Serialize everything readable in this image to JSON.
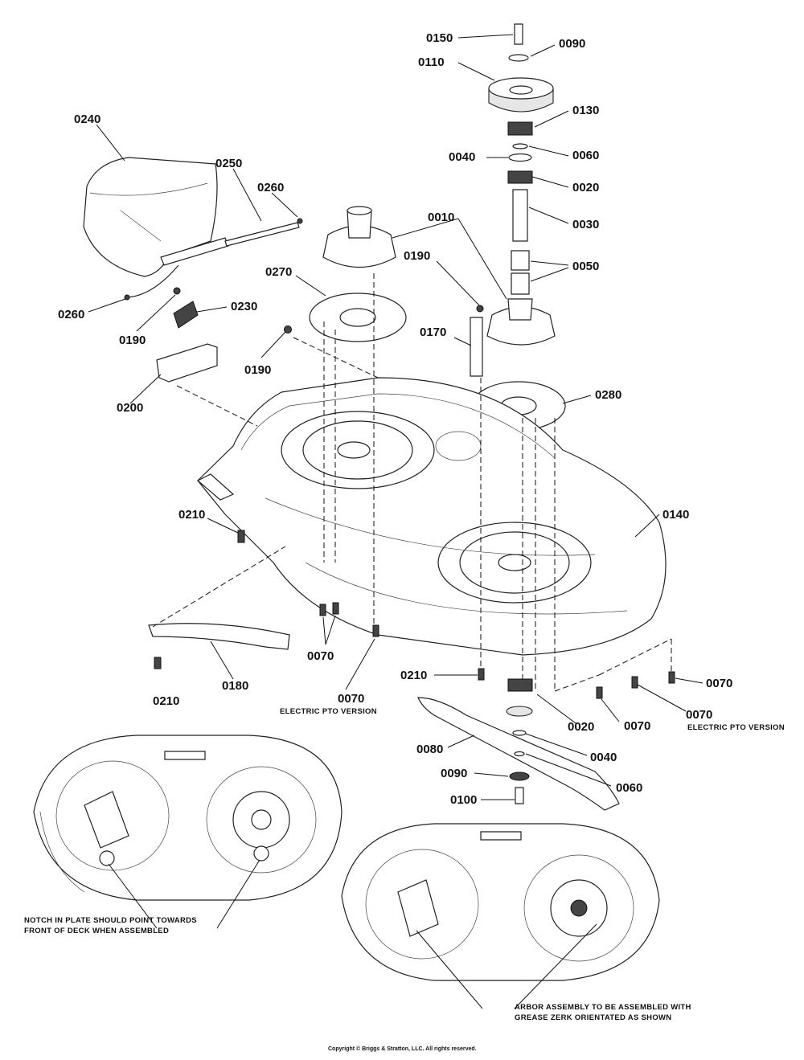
{
  "callouts": {
    "c0150": "0150",
    "c0090a": "0090",
    "c0110": "0110",
    "c0130": "0130",
    "c0040a": "0040",
    "c0060a": "0060",
    "c0020a": "0020",
    "c0030": "0030",
    "c0050": "0050",
    "c0010": "0010",
    "c0190a": "0190",
    "c0170": "0170",
    "c0280": "0280",
    "c0270": "0270",
    "c0240": "0240",
    "c0250": "0250",
    "c0260a": "0260",
    "c0260b": "0260",
    "c0190b": "0190",
    "c0230": "0230",
    "c0190c": "0190",
    "c0200": "0200",
    "c0210a": "0210",
    "c0140": "0140",
    "c0070a": "0070",
    "c0070b": "0070",
    "c0180": "0180",
    "c0210b": "0210",
    "c0210c": "0210",
    "c0070c": "0070",
    "c0020b": "0020",
    "c0070d": "0070",
    "c0070e": "0070",
    "c0080": "0080",
    "c0040b": "0040",
    "c0090b": "0090",
    "c0060b": "0060",
    "c0100": "0100"
  },
  "notes": {
    "pto_left": "ELECTRIC PTO VERSION",
    "pto_right": "ELECTRIC PTO VERSION",
    "notch_line1": "NOTCH IN PLATE SHOULD POINT TOWARDS",
    "notch_line2": "FRONT OF DECK WHEN ASSEMBLED",
    "arbor_line1": "ARBOR ASSEMBLY TO BE ASSEMBLED WITH",
    "arbor_line2": "GREASE ZERK ORIENTATED AS SHOWN"
  },
  "copyright": "Copyright © Briggs & Stratton, LLC. All rights reserved."
}
